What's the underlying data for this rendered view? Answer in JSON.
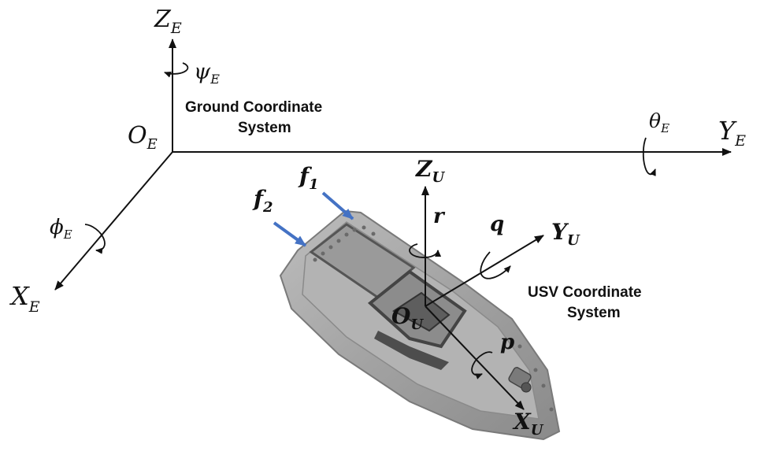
{
  "ground_frame": {
    "title_line1": "Ground Coordinate",
    "title_line2": "System",
    "origin": {
      "main": "O",
      "sub": "E"
    },
    "z_axis": {
      "main": "Z",
      "sub": "E"
    },
    "y_axis": {
      "main": "Y",
      "sub": "E"
    },
    "x_axis": {
      "main": "X",
      "sub": "E"
    },
    "psi": {
      "main": "ψ",
      "sub": "E"
    },
    "theta": {
      "main": "θ",
      "sub": "E"
    },
    "phi": {
      "main": "ϕ",
      "sub": "E"
    }
  },
  "usv_frame": {
    "title_line1": "USV Coordinate",
    "title_line2": "System",
    "origin": {
      "main": "O",
      "sub": "U"
    },
    "z_axis": {
      "main": "Z",
      "sub": "U"
    },
    "y_axis": {
      "main": "Y",
      "sub": "U"
    },
    "x_axis": {
      "main": "X",
      "sub": "U"
    },
    "r": "r",
    "q": "q",
    "p": "p"
  },
  "forces": {
    "f1": {
      "main": "f",
      "sub": "1"
    },
    "f2": {
      "main": "f",
      "sub": "2"
    },
    "arrow_color": "#4472c4"
  },
  "colors": {
    "axis": "#111111",
    "hull_light": "#c9c9c9",
    "hull_mid": "#a8a8a8",
    "hull_dark": "#6e6e6e",
    "deck_dark": "#4d4d4d"
  }
}
